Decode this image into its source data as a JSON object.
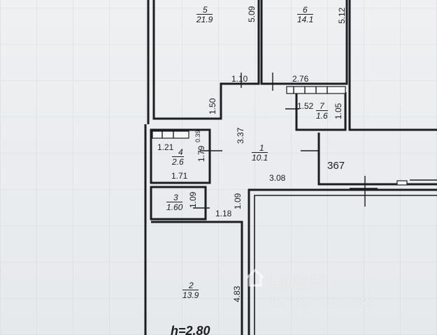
{
  "rooms": [
    {
      "no": "5",
      "area": "21.9"
    },
    {
      "no": "6",
      "area": "14.1"
    },
    {
      "no": "7",
      "area": "1.6"
    },
    {
      "no": "1",
      "area": "10.1"
    },
    {
      "no": "4",
      "area": "2.6"
    },
    {
      "no": "3",
      "area": "1.60"
    },
    {
      "no": "2",
      "area": "13.9"
    }
  ],
  "dimensions": {
    "d509": "5.09",
    "d512": "5.12",
    "d110": "1.10",
    "d276": "2.76",
    "d150": "1.50",
    "d152": "1.52",
    "d105": "1.05",
    "d337": "3.37",
    "d039": "0.39",
    "d121": "1.21",
    "d179": "1.79",
    "d171": "1.71",
    "d308": "3.08",
    "d367": "367",
    "d109a": "1.09",
    "d109b": "1.09",
    "d118": "1.18",
    "d483": "4.83"
  },
  "ceiling_height": "h=2.80",
  "watermark": {
    "brand": "циан",
    "id": "ID 317358789"
  }
}
